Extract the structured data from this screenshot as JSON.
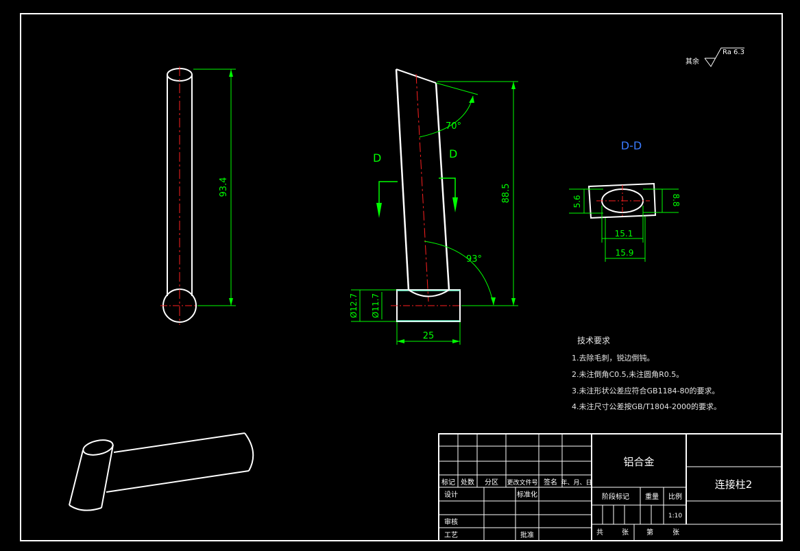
{
  "colors": {
    "background": "#000000",
    "outline": "#ffffff",
    "dimension": "#00ff00",
    "centerline": "#ff2020",
    "section_label": "#3a7bff",
    "text": "#ffffff",
    "notes": "#e6e6e6"
  },
  "views": {
    "left": {
      "dim_length": "93.4"
    },
    "front": {
      "angle_top": "70°",
      "angle_bottom": "93°",
      "dim_height": "88.5",
      "dim_width": "25",
      "dim_dia_outer": "Ø12.7",
      "dim_dia_inner": "Ø11.7",
      "section_mark_left": "D",
      "section_mark_right": "D"
    },
    "section": {
      "title": "D-D",
      "dim_left": "5.6",
      "dim_right": "8.8",
      "dim_width_inner": "15.1",
      "dim_width_outer": "15.9"
    }
  },
  "roughness": {
    "prefix": "其余",
    "value": "Ra 6.3"
  },
  "tech_requirements": {
    "title": "技术要求",
    "items": [
      "1.去除毛刺，锐边倒钝。",
      "2.未注倒角C0.5,未注圆角R0.5。",
      "3.未注形状公差应符合GB1184-80的要求。",
      "4.未注尺寸公差按GB/T1804-2000的要求。"
    ]
  },
  "title_block": {
    "material": "铝合金",
    "part_name": "连接柱2",
    "headers": [
      "标记",
      "处数",
      "分区",
      "更改文件号",
      "签名",
      "年、月、日"
    ],
    "design": "设计",
    "standardize": "标准化",
    "review": "审核",
    "process": "工艺",
    "approve": "批准",
    "stage_mark": "阶段标记",
    "weight": "重量",
    "scale": "比例",
    "scale_value": "1:10",
    "total": "共",
    "sheets": "张",
    "number": "第",
    "sheet": "张"
  }
}
